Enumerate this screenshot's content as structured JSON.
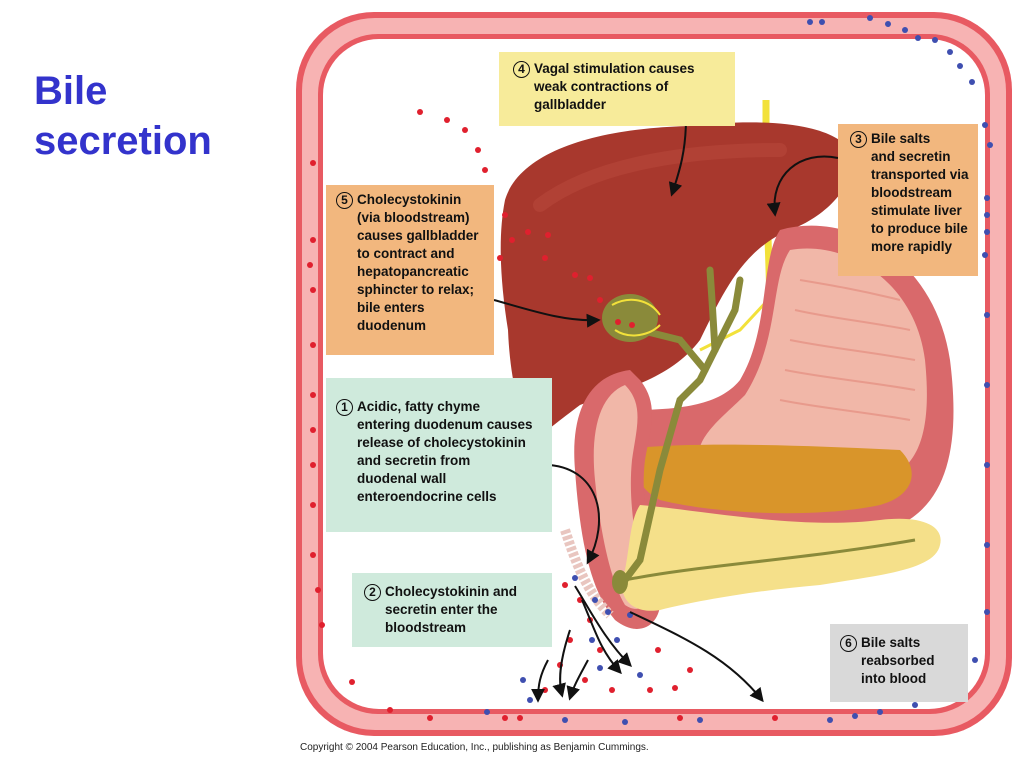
{
  "slide": {
    "title": "Bile secretion",
    "copyright": "Copyright © 2004 Pearson Education, Inc., publishing as Benjamin Cummings."
  },
  "colors": {
    "title": "#3333cc",
    "vessel_outer": "#e85a62",
    "vessel_inner": "#f7b3b3",
    "liver": "#a8382d",
    "stomach_wall": "#d9696b",
    "stomach_lining": "#f1b7a8",
    "chyme": "#d9952a",
    "pancreas": "#f5e08a",
    "bile_duct": "#8a8a3a",
    "nerve": "#f2e13a",
    "hormone_dot": "#e0202e",
    "bile_salt_dot": "#3f4fb0",
    "box_yellow": "#f7eb9a",
    "box_orange": "#f2b77e",
    "box_green": "#cfeadc",
    "box_gray": "#d9d9d9"
  },
  "steps": [
    {
      "number": "1",
      "text": "Acidic, fatty chyme\nentering duodenum causes\nrelease of cholecystokinin\nand secretin from\nduodenal wall\nenteroendocrine cells"
    },
    {
      "number": "2",
      "text": "Cholecystokinin and\nsecretin enter the\nbloodstream"
    },
    {
      "number": "3",
      "text": "Bile salts\nand secretin\ntransported via\nbloodstream\nstimulate liver\nto produce bile\nmore rapidly"
    },
    {
      "number": "4",
      "text": "Vagal stimulation causes\nweak contractions of\ngallbladder"
    },
    {
      "number": "5",
      "text": "Cholecystokinin\n(via bloodstream)\ncauses gallbladder\nto contract and\nhepatopancreatic\nsphincter to relax;\nbile enters\nduodenum"
    },
    {
      "number": "6",
      "text": "Bile salts\nreabsorbed\ninto blood"
    }
  ]
}
